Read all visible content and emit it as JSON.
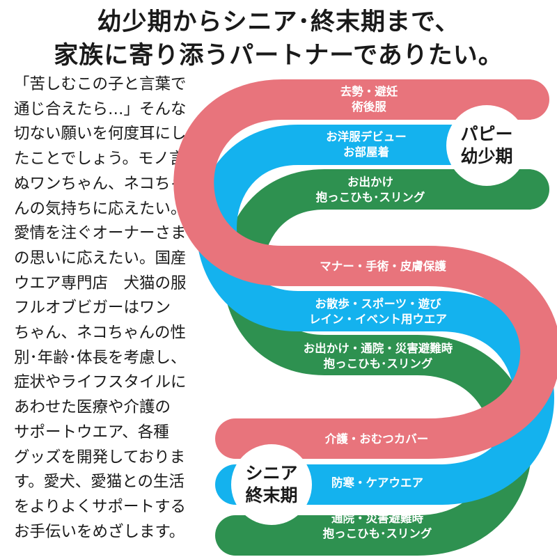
{
  "headline": {
    "line1": "幼少期からシニア･終末期まで、",
    "line2": "家族に寄り添うパートナーでありたい。"
  },
  "body_lines": [
    "「苦しむこの子と言葉で",
    "通じ合えたら…」そんな",
    "切ない願いを何度耳にし",
    "たことでしょう。モノ言わ",
    "ぬワンちゃん、ネコちゃ",
    "んの気持ちに応えたい。",
    "愛情を注ぐオーナーさま",
    "の思いに応えたい。国産",
    "ウエア専門店　犬猫の服",
    "フルオブビガーはワン",
    "ちゃん、ネコちゃんの性",
    "別･年齢･体長を考慮し、",
    "症状やライフスタイルに",
    "あわせた医療や介護の",
    "サポートウエア、各種",
    "グッズを開発しておりま",
    "す。愛犬、愛猫との生活",
    "をよりよくサポートする",
    "お手伝いをめざします。"
  ],
  "badges": {
    "puppy": {
      "line1": "パピー",
      "line2": "幼少期"
    },
    "senior": {
      "line1": "シニア",
      "line2": "終末期"
    }
  },
  "labels": {
    "top_pink": [
      "去勢・避妊",
      "術後服"
    ],
    "top_blue": [
      "お洋服デビュー",
      "お部屋着"
    ],
    "top_green": [
      "お出かけ",
      "抱っこひも･スリング"
    ],
    "mid_pink": [
      "マナー・手術・皮膚保護"
    ],
    "mid_blue": [
      "お散歩・スポーツ・遊び",
      "レイン・イベント用ウエア"
    ],
    "mid_green": [
      "お出かけ・通院・災害避難時",
      "抱っこひも･スリング"
    ],
    "bot_pink": [
      "介護・おむつカバー"
    ],
    "bot_blue": [
      "防寒・ケアウエア"
    ],
    "bot_green": [
      "通院・災害避難時",
      "抱っこひも･スリング"
    ]
  },
  "colors": {
    "pink": "#e8747c",
    "blue": "#14b2ee",
    "green": "#2e9150",
    "text": "#1a1a1a"
  }
}
